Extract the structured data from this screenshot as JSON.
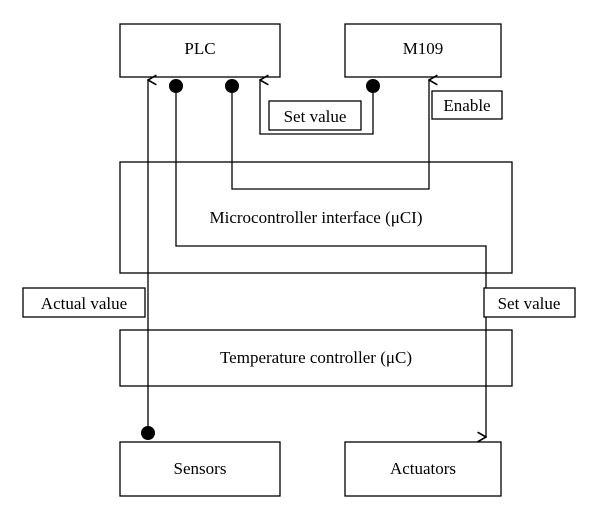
{
  "diagram": {
    "blocks": {
      "plc": "PLC",
      "m109": "M109",
      "uci": "Microcontroller interface (μCI)",
      "uc": "Temperature controller (μC)",
      "sensors": "Sensors",
      "actuators": "Actuators"
    },
    "signals": {
      "set_value_top": "Set value",
      "enable": "Enable",
      "actual_value": "Actual value",
      "set_value_right": "Set value"
    }
  }
}
